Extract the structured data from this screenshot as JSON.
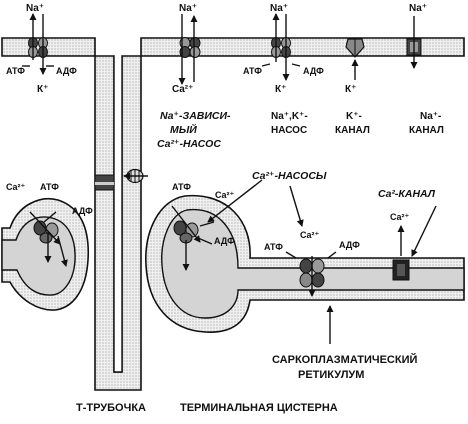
{
  "labels": {
    "na_top_1": "Na⁺",
    "na_top_2": "Na⁺",
    "na_top_3": "Na⁺",
    "na_top_4": "Na⁺",
    "atf_1": "АТФ",
    "adf_1": "АДФ",
    "k_1": "К⁺",
    "ca_top": "Ca²⁺",
    "atf_2": "АТФ",
    "adf_2": "АДФ",
    "k_2": "К⁺",
    "k_3": "К⁺",
    "na_ca_pump": [
      "Na⁺-ЗАВИСИ-",
      "МЫЙ",
      "Ca²⁺-НАСОС"
    ],
    "na_k_pump": [
      "Na⁺,K⁺-",
      "НАСОС"
    ],
    "k_channel": [
      "K⁺-",
      "КАНАЛ"
    ],
    "na_channel": [
      "Na⁺-",
      "КАНАЛ"
    ],
    "ca_pumps": "Ca²⁺-НАСОСЫ",
    "ca_channel": "Ca²-КАНАЛ",
    "ca_left": "Ca²⁺",
    "atf_left": "АТФ",
    "adf_left": "АДФ",
    "ca_mid": "Ca²⁺",
    "atf_mid": "АТФ",
    "adf_mid": "АДФ",
    "ca_sr": "Ca²⁺",
    "atf_sr": "АТФ",
    "adf_sr": "АДФ",
    "ca_right": "Ca²⁺",
    "sr": [
      "САРКОПЛАЗМАТИЧЕСКИЙ",
      "РЕТИКУЛУМ"
    ],
    "t_tubule": "Т-ТРУБОЧКА",
    "terminal_cistern": "ТЕРМИНАЛЬНАЯ ЦИСТЕРНА"
  }
}
